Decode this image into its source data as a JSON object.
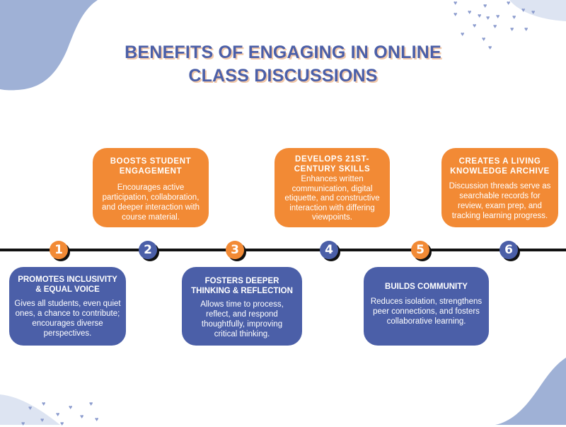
{
  "title": {
    "line1": "BENEFITS OF ENGAGING IN ONLINE",
    "line2": "CLASS DISCUSSIONS"
  },
  "colors": {
    "title": "#4b5fa8",
    "title_shadow": "#f2c8a9",
    "orange": "#f28a35",
    "blue": "#4b5fa8",
    "timeline": "#111111",
    "decor_blob": "#9fb1d6",
    "decor_hearts": "#8c9cce"
  },
  "steps": [
    {
      "number": "1",
      "color": "orange",
      "position": "below",
      "heading": "PROMOTES INCLUSIVITY & EQUAL VOICE",
      "body": "Gives all students, even quiet ones, a chance to contribute; encourages diverse perspectives."
    },
    {
      "number": "2",
      "color": "blue",
      "position": "above",
      "heading": "BOOSTS STUDENT ENGAGEMENT",
      "body": "Encourages active participation, collaboration, and deeper interaction with course material."
    },
    {
      "number": "3",
      "color": "orange",
      "position": "below",
      "heading": "FOSTERS DEEPER THINKING & REFLECTION",
      "body": "Allows time to process, reflect, and respond thoughtfully, improving critical thinking."
    },
    {
      "number": "4",
      "color": "blue",
      "position": "above",
      "heading": "DEVELOPS 21ST-CENTURY SKILLS",
      "body": "Enhances written communication, digital etiquette, and constructive interaction with differing viewpoints."
    },
    {
      "number": "5",
      "color": "orange",
      "position": "below",
      "heading": "BUILDS COMMUNITY",
      "body": "Reduces isolation, strengthens peer connections, and fosters collaborative learning."
    },
    {
      "number": "6",
      "color": "blue",
      "position": "above",
      "heading": "CREATES A LIVING KNOWLEDGE ARCHIVE",
      "body": "Discussion threads serve as searchable records for review, exam prep, and tracking learning progress."
    }
  ],
  "decor": {
    "heart_glyph": "♥"
  }
}
